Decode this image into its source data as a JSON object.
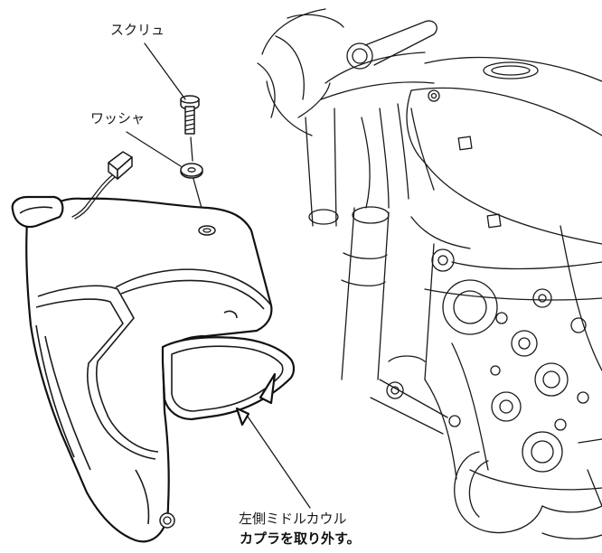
{
  "labels": {
    "screw": "スクリュ",
    "washer": "ワッシャ",
    "part": "左側ミドルカウル",
    "instruction": "カプラを取り外す。"
  },
  "colors": {
    "line": "#1a1a1a",
    "background": "#ffffff"
  }
}
